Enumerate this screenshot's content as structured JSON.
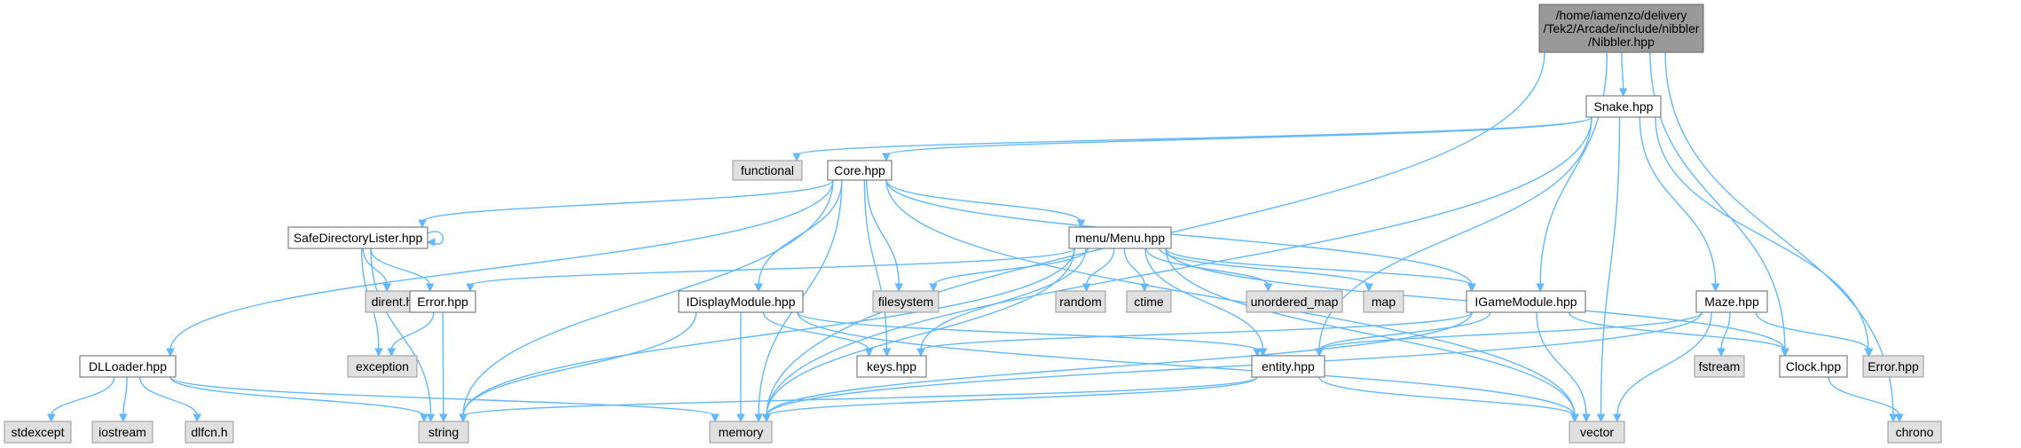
{
  "diagram": {
    "nodes": [
      {
        "id": "nibbler",
        "lines": [
          "/home/iamenzo/delivery",
          "/Tek2/Arcade/include/nibbler",
          "/Nibbler.hpp"
        ],
        "kind": "root"
      },
      {
        "id": "snake",
        "lines": [
          "Snake.hpp"
        ],
        "kind": "local"
      },
      {
        "id": "functional",
        "lines": [
          "functional"
        ],
        "kind": "system"
      },
      {
        "id": "core",
        "lines": [
          "Core.hpp"
        ],
        "kind": "local"
      },
      {
        "id": "safedir",
        "lines": [
          "SafeDirectoryLister.hpp"
        ],
        "kind": "local"
      },
      {
        "id": "menu",
        "lines": [
          "menu/Menu.hpp"
        ],
        "kind": "local"
      },
      {
        "id": "dirent",
        "lines": [
          "dirent.h"
        ],
        "kind": "system"
      },
      {
        "id": "error",
        "lines": [
          "Error.hpp"
        ],
        "kind": "local"
      },
      {
        "id": "idisplay",
        "lines": [
          "IDisplayModule.hpp"
        ],
        "kind": "local"
      },
      {
        "id": "filesystem",
        "lines": [
          "filesystem"
        ],
        "kind": "system"
      },
      {
        "id": "random",
        "lines": [
          "random"
        ],
        "kind": "system"
      },
      {
        "id": "ctime",
        "lines": [
          "ctime"
        ],
        "kind": "system"
      },
      {
        "id": "unordered_map",
        "lines": [
          "unordered_map"
        ],
        "kind": "system"
      },
      {
        "id": "map",
        "lines": [
          "map"
        ],
        "kind": "system"
      },
      {
        "id": "igame",
        "lines": [
          "IGameModule.hpp"
        ],
        "kind": "local"
      },
      {
        "id": "maze",
        "lines": [
          "Maze.hpp"
        ],
        "kind": "local"
      },
      {
        "id": "dllloader",
        "lines": [
          "DLLoader.hpp"
        ],
        "kind": "local"
      },
      {
        "id": "exception",
        "lines": [
          "exception"
        ],
        "kind": "system"
      },
      {
        "id": "keys",
        "lines": [
          "keys.hpp"
        ],
        "kind": "local"
      },
      {
        "id": "entity",
        "lines": [
          "entity.hpp"
        ],
        "kind": "local"
      },
      {
        "id": "fstream",
        "lines": [
          "fstream"
        ],
        "kind": "system"
      },
      {
        "id": "clock",
        "lines": [
          "Clock.hpp"
        ],
        "kind": "local"
      },
      {
        "id": "errorhpp2",
        "lines": [
          "Error.hpp"
        ],
        "kind": "system"
      },
      {
        "id": "stdexcept",
        "lines": [
          "stdexcept"
        ],
        "kind": "system"
      },
      {
        "id": "iostream",
        "lines": [
          "iostream"
        ],
        "kind": "system"
      },
      {
        "id": "dlfcn",
        "lines": [
          "dlfcn.h"
        ],
        "kind": "system"
      },
      {
        "id": "string",
        "lines": [
          "string"
        ],
        "kind": "system"
      },
      {
        "id": "memory",
        "lines": [
          "memory"
        ],
        "kind": "system"
      },
      {
        "id": "vector",
        "lines": [
          "vector"
        ],
        "kind": "system"
      },
      {
        "id": "chrono",
        "lines": [
          "chrono"
        ],
        "kind": "system"
      }
    ],
    "edges": [
      [
        "nibbler",
        "snake"
      ],
      [
        "nibbler",
        "igame"
      ],
      [
        "nibbler",
        "clock"
      ],
      [
        "nibbler",
        "memory"
      ],
      [
        "nibbler",
        "chrono"
      ],
      [
        "snake",
        "functional"
      ],
      [
        "snake",
        "core"
      ],
      [
        "snake",
        "maze"
      ],
      [
        "snake",
        "entity"
      ],
      [
        "snake",
        "errorhpp2"
      ],
      [
        "snake",
        "memory"
      ],
      [
        "snake",
        "vector"
      ],
      [
        "core",
        "safedir"
      ],
      [
        "core",
        "menu"
      ],
      [
        "core",
        "idisplay"
      ],
      [
        "core",
        "filesystem"
      ],
      [
        "core",
        "keys"
      ],
      [
        "core",
        "igame"
      ],
      [
        "core",
        "dllloader"
      ],
      [
        "core",
        "string"
      ],
      [
        "core",
        "memory"
      ],
      [
        "core",
        "vector"
      ],
      [
        "safedir",
        "dirent"
      ],
      [
        "safedir",
        "error"
      ],
      [
        "safedir",
        "exception"
      ],
      [
        "safedir",
        "string"
      ],
      [
        "safedir",
        "safedir"
      ],
      [
        "menu",
        "error"
      ],
      [
        "menu",
        "filesystem"
      ],
      [
        "menu",
        "random"
      ],
      [
        "menu",
        "ctime"
      ],
      [
        "menu",
        "unordered_map"
      ],
      [
        "menu",
        "map"
      ],
      [
        "menu",
        "igame"
      ],
      [
        "menu",
        "keys"
      ],
      [
        "menu",
        "entity"
      ],
      [
        "menu",
        "clock"
      ],
      [
        "menu",
        "string"
      ],
      [
        "menu",
        "memory"
      ],
      [
        "menu",
        "vector"
      ],
      [
        "error",
        "exception"
      ],
      [
        "error",
        "string"
      ],
      [
        "idisplay",
        "keys"
      ],
      [
        "idisplay",
        "entity"
      ],
      [
        "idisplay",
        "string"
      ],
      [
        "idisplay",
        "memory"
      ],
      [
        "idisplay",
        "vector"
      ],
      [
        "igame",
        "keys"
      ],
      [
        "igame",
        "entity"
      ],
      [
        "igame",
        "clock"
      ],
      [
        "igame",
        "memory"
      ],
      [
        "igame",
        "vector"
      ],
      [
        "maze",
        "entity"
      ],
      [
        "maze",
        "fstream"
      ],
      [
        "maze",
        "errorhpp2"
      ],
      [
        "maze",
        "memory"
      ],
      [
        "maze",
        "vector"
      ],
      [
        "dllloader",
        "stdexcept"
      ],
      [
        "dllloader",
        "iostream"
      ],
      [
        "dllloader",
        "dlfcn"
      ],
      [
        "dllloader",
        "string"
      ],
      [
        "dllloader",
        "memory"
      ],
      [
        "entity",
        "string"
      ],
      [
        "entity",
        "memory"
      ],
      [
        "entity",
        "vector"
      ],
      [
        "clock",
        "chrono"
      ]
    ]
  }
}
